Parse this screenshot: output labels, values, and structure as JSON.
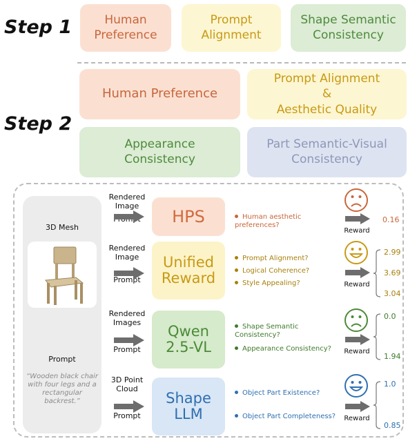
{
  "steps": {
    "step1": "Step 1",
    "step2": "Step 2"
  },
  "step1_boxes": [
    {
      "label": "Human\nPreference",
      "color": "#c8663a"
    },
    {
      "label": "Prompt\nAlignment",
      "color": "#c79a16"
    },
    {
      "label": "Shape Semantic\nConsistency",
      "color": "#4f8a3c"
    }
  ],
  "step2_boxes": [
    {
      "label": "Human Preference",
      "color": "#c8663a"
    },
    {
      "label": "Prompt Alignment\n&\nAesthetic Quality",
      "color": "#c79a16"
    },
    {
      "label": "Appearance\nConsistency",
      "color": "#4f8a3c"
    },
    {
      "label": "Part Semantic-Visual\nConsistency",
      "color": "#8e98b8"
    }
  ],
  "left_panel": {
    "mesh_label": "3D Mesh",
    "prompt_label": "Prompt",
    "prompt_text": "“Wooden black chair with four legs and a rectangular backrest.”"
  },
  "rows": [
    {
      "input_top": "Rendered\nImage",
      "input_bottom": "Prompt",
      "model": "HPS",
      "model_color": "#d06b3e",
      "model_bg": "#fbe0d2",
      "criteria": [
        "Human aesthetic preferences?"
      ],
      "criteria_color": "#c8663a",
      "face": "sad",
      "face_color": "#c8663a",
      "reward_label": "Reward",
      "scores": [
        "0.16"
      ]
    },
    {
      "input_top": "Rendered\nImage",
      "input_bottom": "Prompt",
      "model": "Unified\nReward",
      "model_color": "#c79a16",
      "model_bg": "#fdf3c8",
      "criteria": [
        "Prompt Alignment?",
        "Logical Coherence?",
        "Style Appealing?"
      ],
      "criteria_color": "#a8800c",
      "face": "happy",
      "face_color": "#c79a16",
      "reward_label": "Reward",
      "scores": [
        "2.99",
        "3.69",
        "3.04"
      ]
    },
    {
      "input_top": "Rendered\nImages",
      "input_bottom": "Prompt",
      "model": "Qwen\n2.5-VL",
      "model_color": "#4a8a36",
      "model_bg": "#d6eacc",
      "criteria": [
        "Shape Semantic Consistency?",
        "Appearance Consistency?"
      ],
      "criteria_color": "#3f7a2c",
      "face": "sad",
      "face_color": "#4a8a36",
      "reward_label": "Reward",
      "scores": [
        "0.0",
        "1.94"
      ]
    },
    {
      "input_top": "3D Point\nCloud",
      "input_bottom": "Prompt",
      "model": "Shape\nLLM",
      "model_color": "#2f6fb0",
      "model_bg": "#d8e6f6",
      "criteria": [
        "Object Part Existence?",
        "Object Part Completeness?"
      ],
      "criteria_color": "#2f6fb0",
      "face": "happy",
      "face_color": "#2f6fb0",
      "reward_label": "Reward",
      "scores": [
        "1.0",
        "0.85"
      ]
    }
  ]
}
